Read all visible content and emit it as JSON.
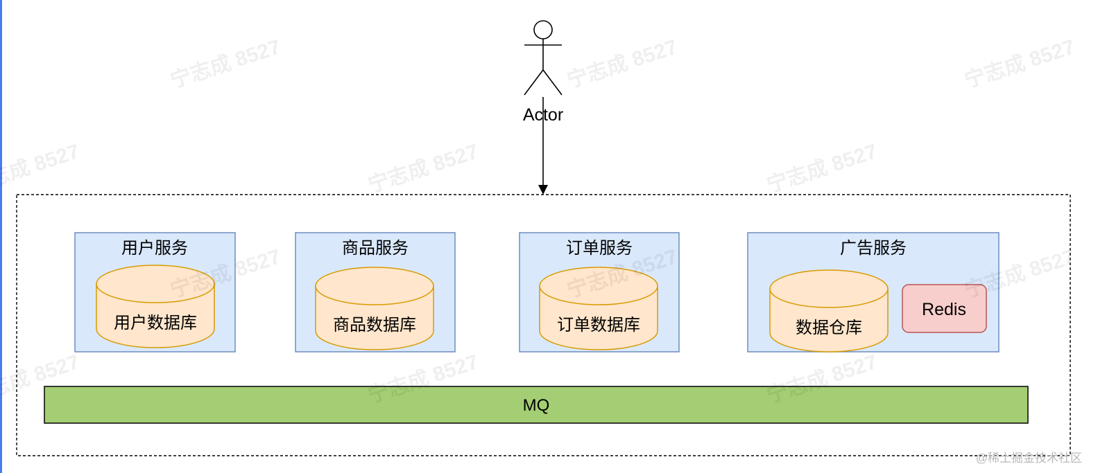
{
  "actor": {
    "label": "Actor"
  },
  "services": [
    {
      "title": "用户服务",
      "db": "用户数据库"
    },
    {
      "title": "商品服务",
      "db": "商品数据库"
    },
    {
      "title": "订单服务",
      "db": "订单数据库"
    },
    {
      "title": "广告服务",
      "db": "数据仓库",
      "cache": "Redis"
    }
  ],
  "mq": {
    "label": "MQ"
  },
  "watermark": {
    "text": "宁志成 8527",
    "footer": "@稀土掘金技术社区"
  },
  "colors": {
    "service_fill": "#dae8fc",
    "service_stroke": "#6c8ebf",
    "db_fill": "#ffe6cc",
    "db_stroke": "#d79b00",
    "cache_fill": "#f8cecc",
    "cache_stroke": "#b85450",
    "mq_fill": "#a4ce73",
    "edge_line": "#4a7bf0"
  },
  "icons": {
    "actor": "stick-figure-icon"
  }
}
